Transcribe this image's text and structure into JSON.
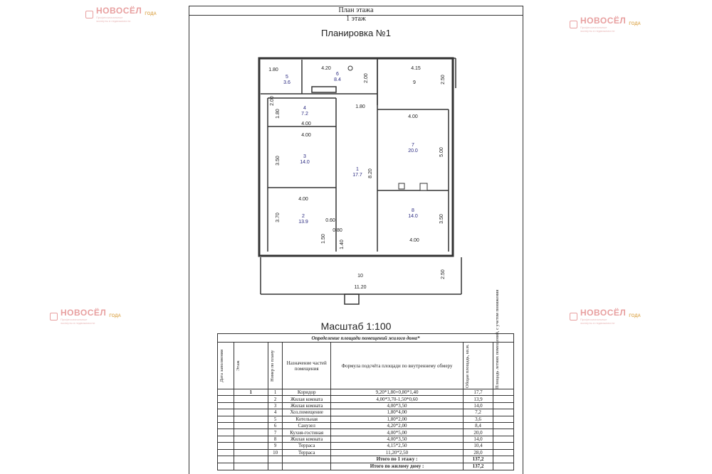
{
  "header": {
    "title": "План этажа",
    "floor": "1 этаж"
  },
  "plan": {
    "title": "Планировка №1",
    "scale": "Масштаб 1:100",
    "dimensions": [
      "1.80",
      "2.00",
      "4.20",
      "2.00",
      "4.15",
      "2.50",
      "1.80",
      "4.00",
      "1.80",
      "4.00",
      "4.00",
      "5.00",
      "3.50",
      "8.20",
      "3.70",
      "4.00",
      "0.60",
      "0.80",
      "1.50",
      "1.40",
      "3.50",
      "4.00",
      "2.50",
      "11.20"
    ],
    "rooms": [
      {
        "num": "5",
        "area": "3.6"
      },
      {
        "num": "6",
        "area": "8.4"
      },
      {
        "num": "9",
        "area": ""
      },
      {
        "num": "4",
        "area": "7.2"
      },
      {
        "num": "3",
        "area": "14.0"
      },
      {
        "num": "1",
        "area": "17.7"
      },
      {
        "num": "7",
        "area": "20.0"
      },
      {
        "num": "2",
        "area": "13.9"
      },
      {
        "num": "8",
        "area": "14.0"
      },
      {
        "num": "10",
        "area": ""
      }
    ]
  },
  "watermark": {
    "brand": "НОВОСЁЛ",
    "tagline": "Профессиональные эксперты в недвижимости",
    "years": "ГОДА"
  },
  "table": {
    "caption": "Определение площади помещений жилого дома*",
    "headers": {
      "date": "Дата заполнения",
      "floor": "Этаж",
      "num": "Номер по плану",
      "purpose": "Назначение частей помещения",
      "formula": "Формула подсчёта площади по внутреннему обмеру",
      "total": "Общая площадь, кв.м.",
      "summer": "Площадь летних помещений, с учетом понижения"
    },
    "floor_value": "1",
    "rows": [
      {
        "num": "1",
        "name": "Коридор",
        "formula": "9,20*1,80+0,80*1,40",
        "area": "17,7"
      },
      {
        "num": "2",
        "name": "Жилая комната",
        "formula": "4,00*3,70-1,50*0,60",
        "area": "13,9"
      },
      {
        "num": "3",
        "name": "Жилая комната",
        "formula": "4,00*3,50",
        "area": "14,0"
      },
      {
        "num": "4",
        "name": "Хоз.помещение",
        "formula": "1,80*4,00",
        "area": "7,2"
      },
      {
        "num": "5",
        "name": "Котельная",
        "formula": "1,80*2,00",
        "area": "3,6"
      },
      {
        "num": "6",
        "name": "Санузел",
        "formula": "4,20*2,00",
        "area": "8,4"
      },
      {
        "num": "7",
        "name": "Кухня-гостиная",
        "formula": "4,00*5,00",
        "area": "20,0"
      },
      {
        "num": "8",
        "name": "Жилая комната",
        "formula": "4,00*3,50",
        "area": "14,0"
      },
      {
        "num": "9",
        "name": "Терраса",
        "formula": "4,15*2,50",
        "area": "10,4"
      },
      {
        "num": "10",
        "name": "Терраса",
        "formula": "11,20*2,50",
        "area": "28,0"
      }
    ],
    "total_floor_label": "Итого по 1 этажу :",
    "total_floor": "137,2",
    "total_house_label": "Итого по жилому дому :",
    "total_house": "137,2"
  }
}
